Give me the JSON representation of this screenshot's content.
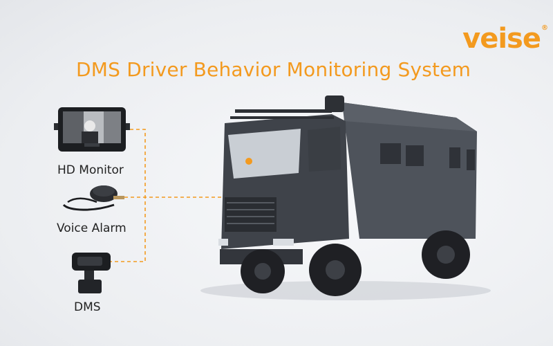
{
  "brand": {
    "name": "veise",
    "mark": "®"
  },
  "title": "DMS Driver Behavior Monitoring System",
  "devices": [
    {
      "label": "HD Monitor"
    },
    {
      "label": "Voice Alarm"
    },
    {
      "label": "DMS"
    }
  ],
  "colors": {
    "accent": "#f39a1f",
    "truck": "#4a4f57",
    "text": "#222222"
  }
}
